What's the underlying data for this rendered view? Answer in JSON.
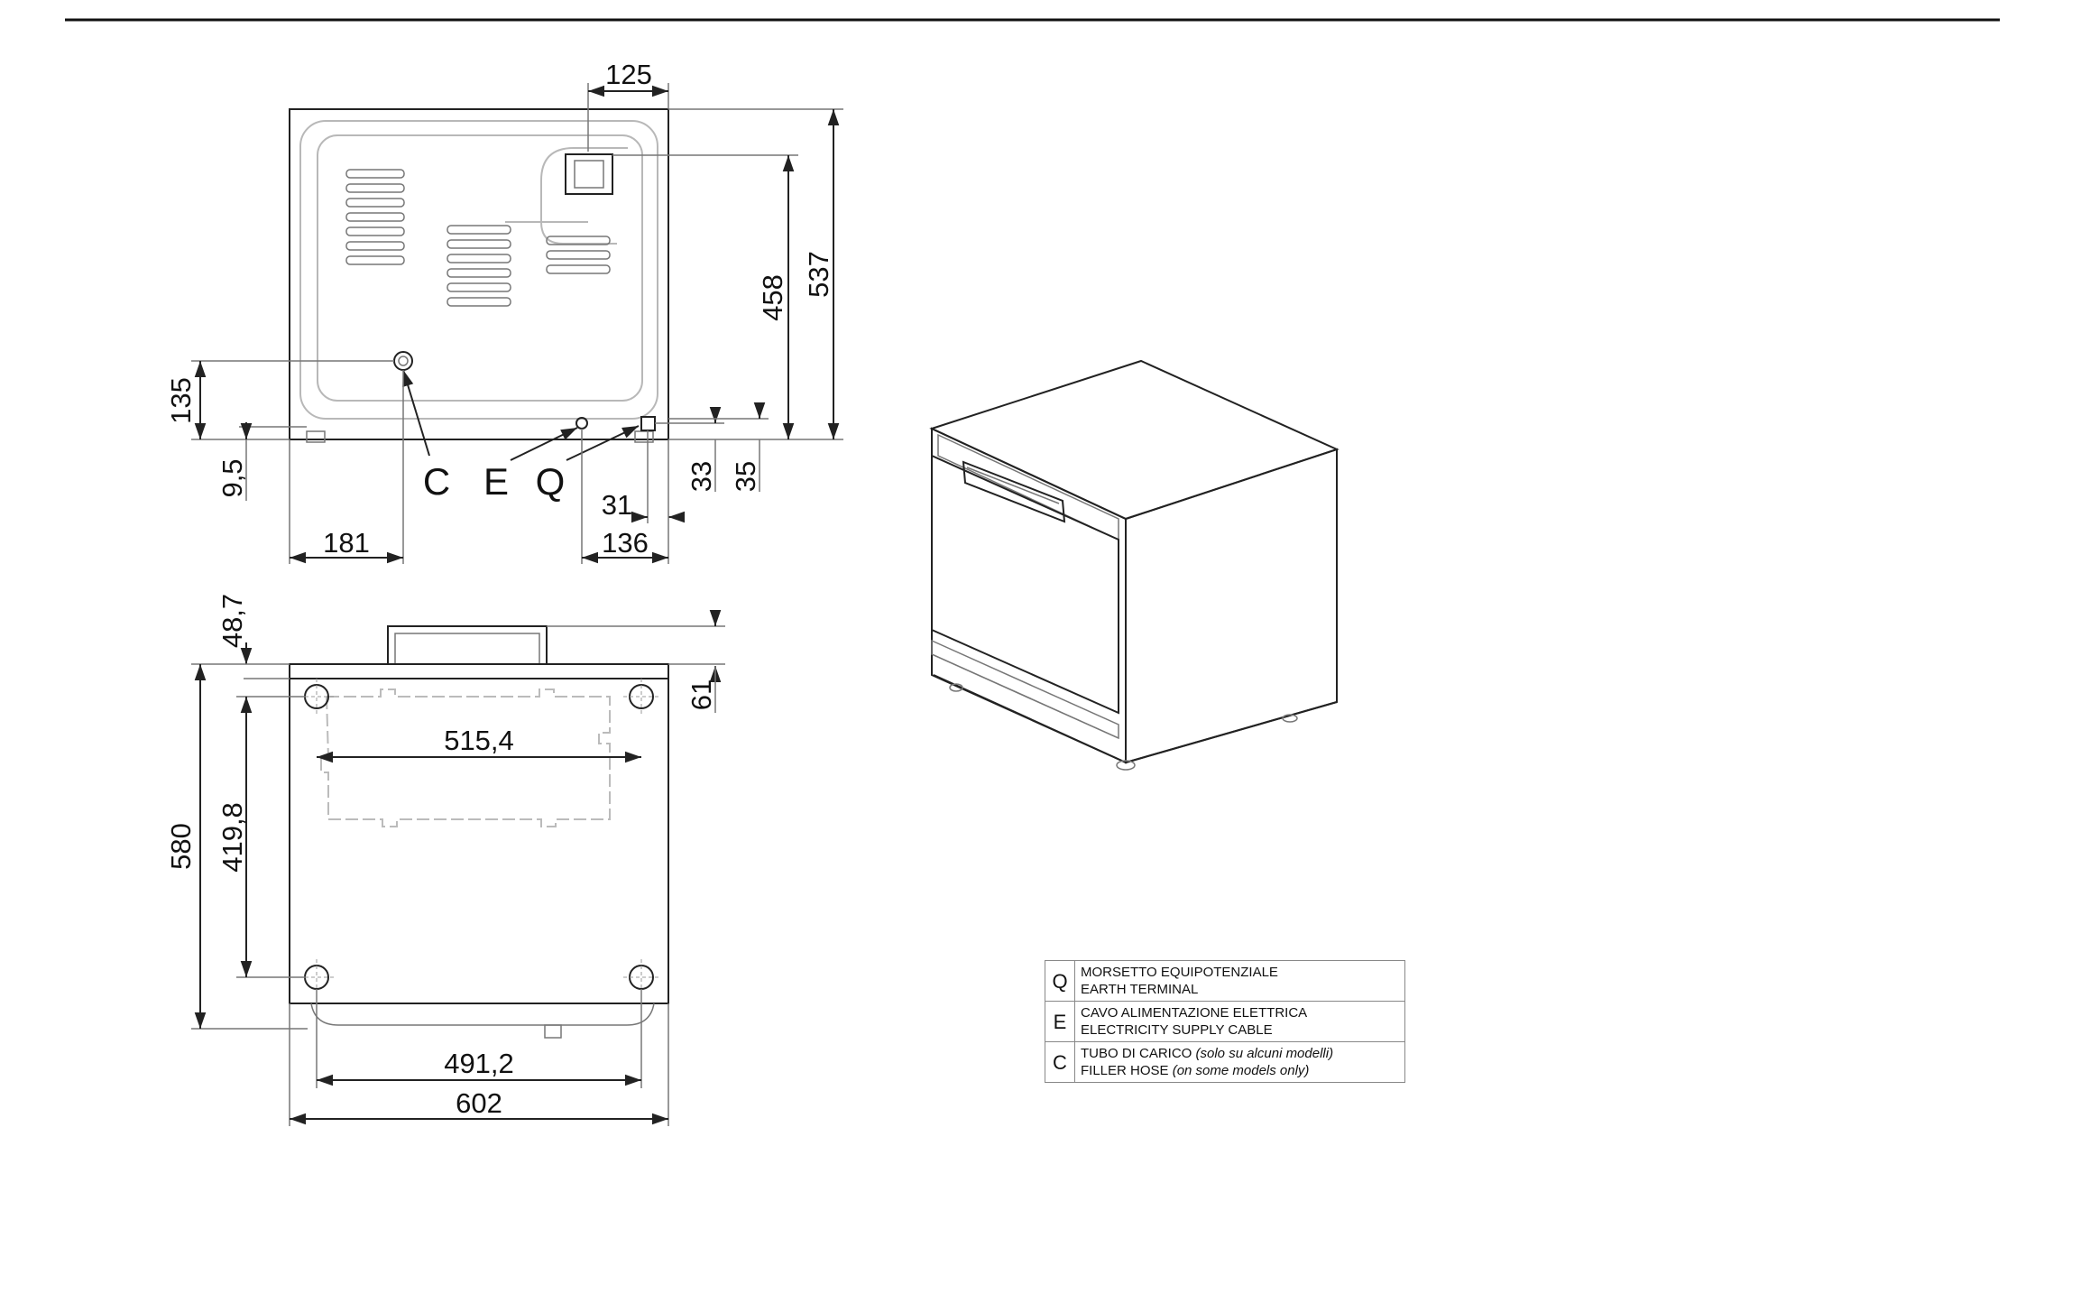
{
  "dimensions": {
    "top_view": {
      "d125": "125",
      "d537": "537",
      "d458": "458",
      "d135": "135",
      "d9_5": "9,5",
      "d33": "33",
      "d35": "35",
      "d31": "31",
      "d136": "136",
      "d181": "181"
    },
    "bottom_view": {
      "d48_7": "48,7",
      "d61": "61",
      "d515_4": "515,4",
      "d580": "580",
      "d419_8": "419,8",
      "d491_2": "491,2",
      "d602": "602"
    }
  },
  "markers": {
    "c": "C",
    "e": "E",
    "q": "Q"
  },
  "legend": {
    "rows": [
      {
        "key": "Q",
        "line1": "MORSETTO EQUIPOTENZIALE",
        "line2": "EARTH TERMINAL",
        "line1_note": "",
        "line2_note": ""
      },
      {
        "key": "E",
        "line1": "CAVO ALIMENTAZIONE ELETTRICA",
        "line2": "ELECTRICITY SUPPLY CABLE",
        "line1_note": "",
        "line2_note": ""
      },
      {
        "key": "C",
        "line1": "TUBO DI CARICO",
        "line1_note": "(solo su alcuni modelli)",
        "line2": "FILLER HOSE",
        "line2_note": "(on some models only)"
      }
    ]
  }
}
